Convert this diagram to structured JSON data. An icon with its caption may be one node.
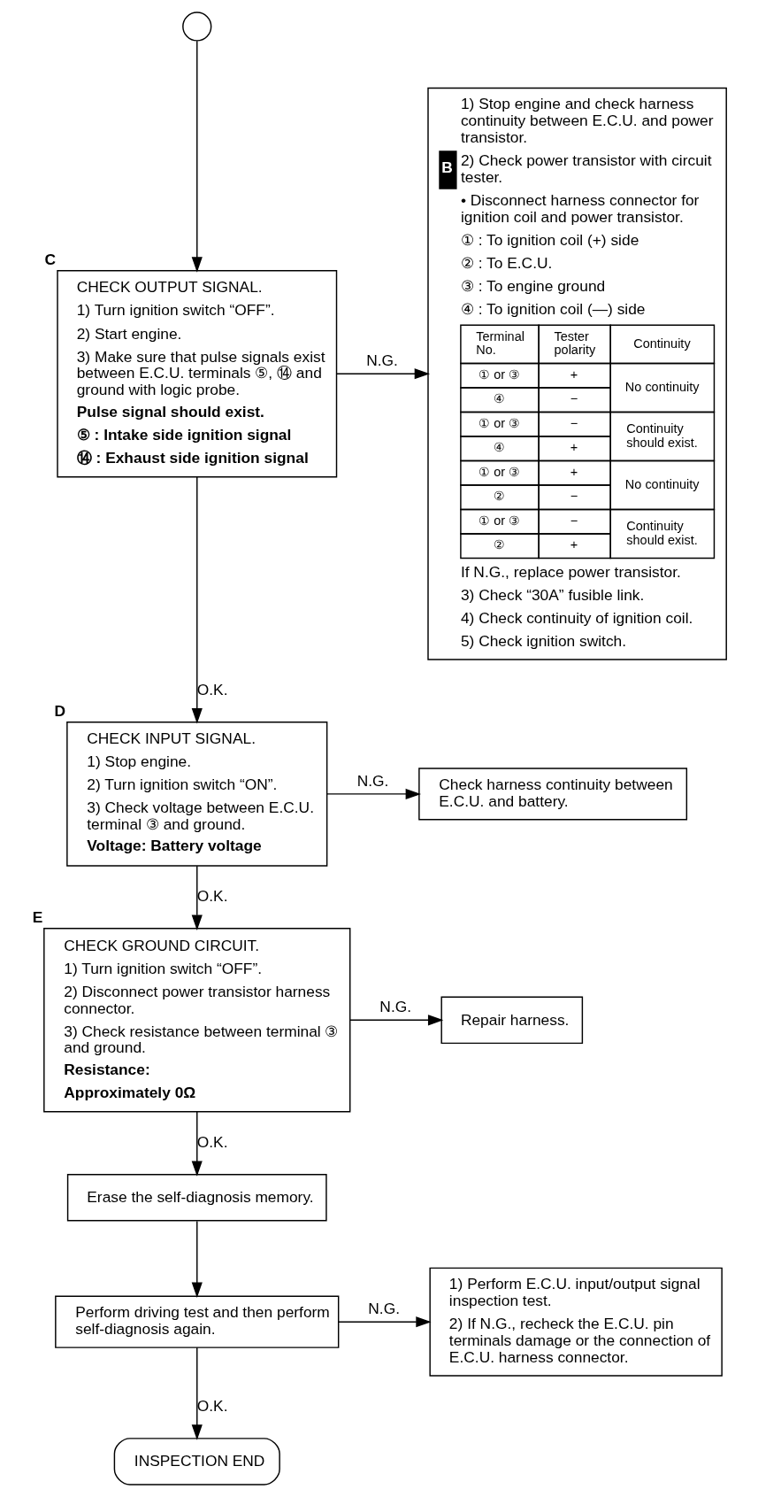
{
  "diagram": {
    "nodes": [
      {
        "text": [],
        "shape": "circle"
      },
      {
        "text": [
          "CHECK OUTPUT SIGNAL.",
          "1) Turn ignition switch “OFF”.",
          "2) Start engine.",
          "3) Make sure that pulse signals exist between E.C.U. terminals ⑤, ⑭ and ground with logic probe.",
          "Pulse signal should exist.",
          "⑤ : Intake side ignition signal",
          "⑭ : Exhaust side ignition signal"
        ],
        "beside": [
          "C"
        ]
      },
      {
        "text": [
          "1) Stop engine and check harness continuity between E.C.U. and power transistor.",
          "2) Check power transistor with circuit tester.",
          "• Disconnect harness connector for ignition coil and power transistor.",
          "① : To ignition coil (+) side",
          "② : To E.C.U.",
          "③ : To engine ground",
          "④ : To ignition coil (—) side",
          "If N.G., replace power transistor.",
          "3) Check “30A” fusible link.",
          "4) Check continuity of ignition coil.",
          "5) Check ignition switch."
        ]
      },
      {
        "text": [
          "CHECK INPUT SIGNAL.",
          "1) Stop engine.",
          "2) Turn ignition switch “ON”.",
          "3) Check voltage between E.C.U. terminal ③ and ground.",
          "Voltage: Battery voltage"
        ],
        "beside": [
          "D"
        ]
      },
      {
        "text": [
          "Check harness continuity between E.C.U. and battery."
        ]
      },
      {
        "text": [
          "CHECK GROUND CIRCUIT.",
          "1) Turn ignition switch “OFF”.",
          "2) Disconnect power transistor harness connector.",
          "3) Check resistance between terminal ③ and ground.",
          "Resistance:",
          "Approximately 0Ω"
        ],
        "beside": [
          "E"
        ]
      },
      {
        "text": [
          "Repair harness."
        ]
      },
      {
        "text": [
          "Erase the self-diagnosis memory."
        ]
      },
      {
        "text": [
          "Perform driving test and then perform self-diagnosis again."
        ]
      },
      {
        "text": [
          "1) Perform E.C.U. input/output signal inspection test.",
          "2) If N.G., recheck the E.C.U. pin terminals damage or the connection of E.C.U. harness connector."
        ]
      },
      {
        "text": [
          "INSPECTION END"
        ]
      }
    ],
    "edges": [
      {
        "from": 0,
        "to": 1,
        "arrow": "to"
      },
      {
        "from": 1,
        "to": 2,
        "arrow": "to",
        "label": "N.G."
      },
      {
        "from": 1,
        "to": 3,
        "arrow": "to",
        "label": "O.K."
      },
      {
        "from": 3,
        "to": 4,
        "arrow": "to",
        "label": "N.G."
      },
      {
        "from": 3,
        "to": 5,
        "arrow": "to",
        "label": "O.K."
      },
      {
        "from": 5,
        "to": 6,
        "arrow": "to",
        "label": "N.G."
      },
      {
        "from": 5,
        "to": 7,
        "arrow": "to",
        "label": "O.K."
      },
      {
        "from": 7,
        "to": 8,
        "arrow": "to"
      },
      {
        "from": 8,
        "to": 9,
        "arrow": "to",
        "label": "N.G."
      },
      {
        "from": 8,
        "to": 10,
        "arrow": "to",
        "label": "O.K."
      }
    ],
    "labels": [
      "B",
      "Terminal No.",
      "Tester polarity",
      "Continuity",
      "① or ③",
      "+",
      "No continuity",
      "④",
      "−",
      "① or ③",
      "−",
      "Continuity should exist.",
      "④",
      "+",
      "① or ③",
      "+",
      "No continuity",
      "②",
      "−",
      "① or ③",
      "−",
      "Continuity should exist.",
      "②",
      "+"
    ]
  }
}
